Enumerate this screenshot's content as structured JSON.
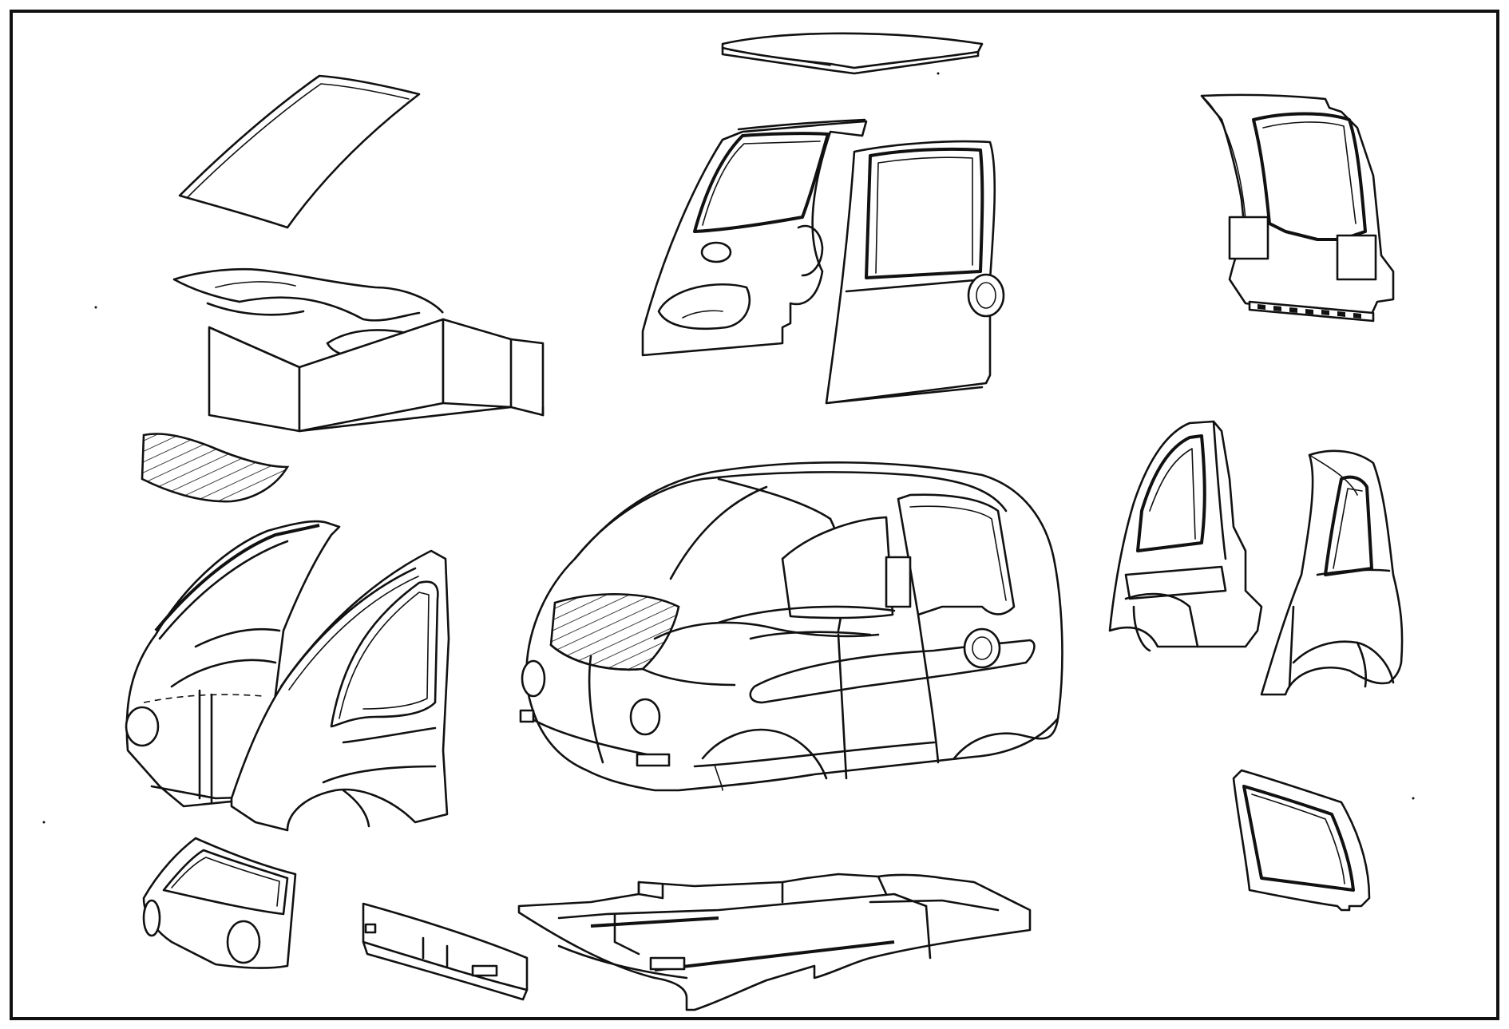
{
  "diagram": {
    "colors": {
      "line": "#111111",
      "background": "#ffffff"
    },
    "parts": [
      "windshield-glass",
      "front-cowl-module",
      "front-hatched-panel",
      "front-left-shell",
      "front-right-shell",
      "front-hatch",
      "front-bumper",
      "roof-panel",
      "front-door",
      "rear-door",
      "assembled-car",
      "floor-pan",
      "rear-frame",
      "rear-left-quarter",
      "rear-right-quarter",
      "rear-window-panel"
    ]
  }
}
